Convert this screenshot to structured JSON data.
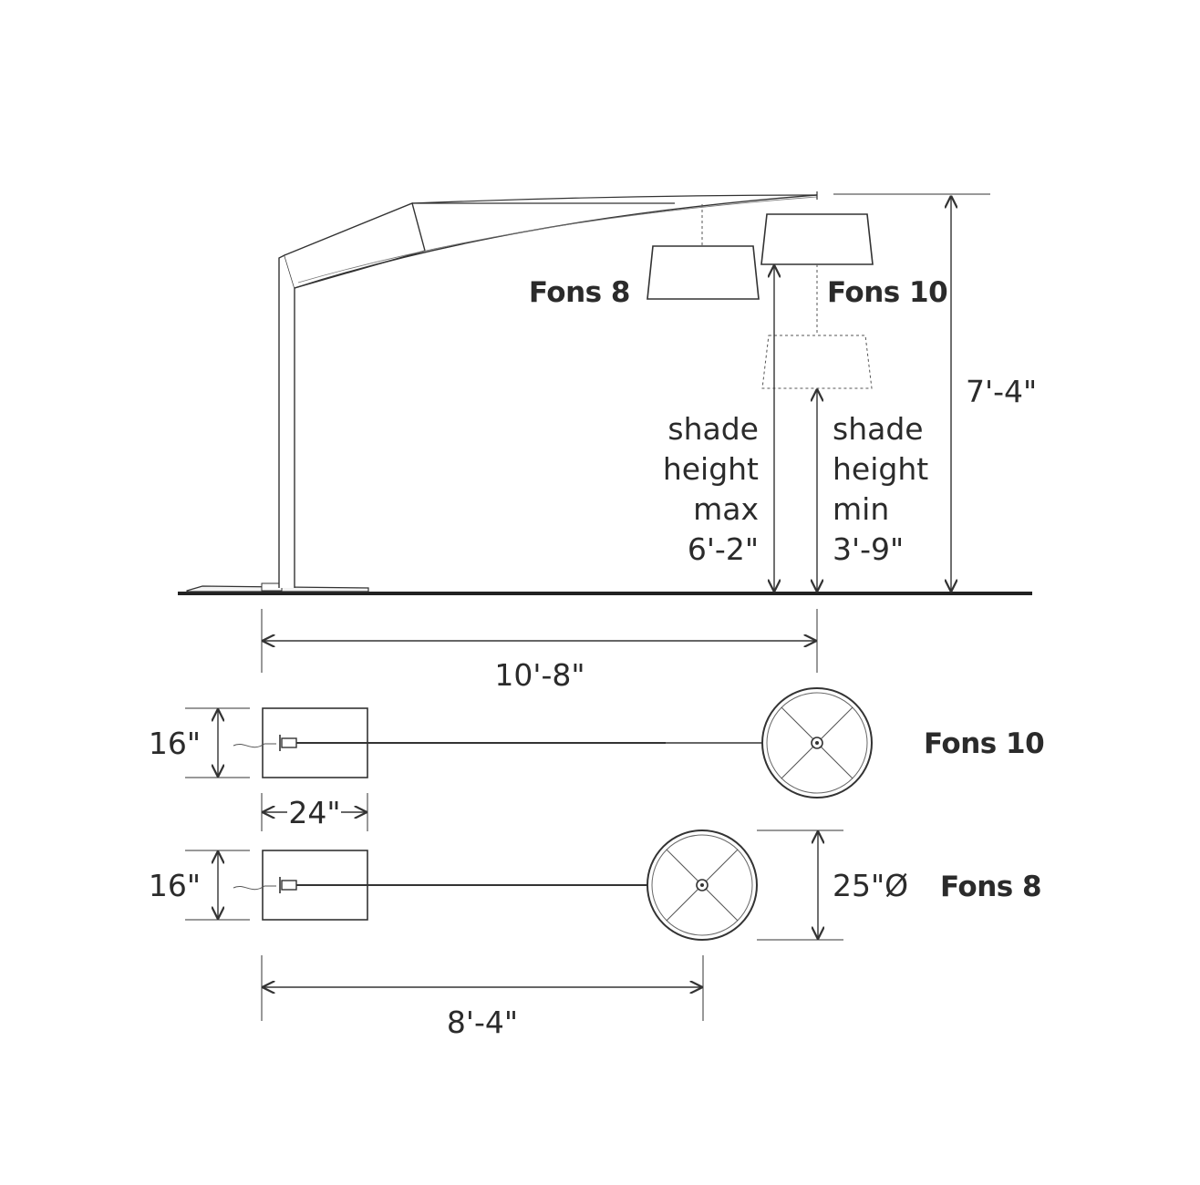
{
  "labels": {
    "fons8_elev": "Fons 8",
    "fons10_elev": "Fons 10",
    "height_total": "7'-4\"",
    "shade_max": [
      "shade",
      "height",
      "max",
      "6'-2\""
    ],
    "shade_min": [
      "shade",
      "height",
      "min",
      "3'-9\""
    ],
    "reach_10": "10'-8\"",
    "fons10_plan": "Fons 10",
    "fons8_plan": "Fons 8",
    "base_depth_10": "16\"",
    "base_width": "24\"",
    "base_depth_8": "16\"",
    "shade_diameter": "25\"Ø",
    "reach_8": "8'-4\""
  },
  "colors": {
    "line": "#333333",
    "text": "#2b2b2b",
    "floor": "#222222"
  }
}
